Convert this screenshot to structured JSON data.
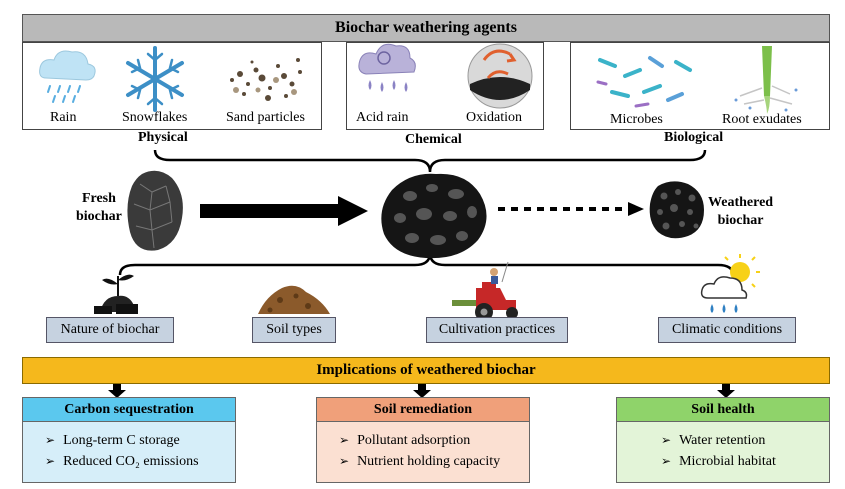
{
  "agents_title": "Biochar weathering agents",
  "agents": {
    "rain": "Rain",
    "snowflakes": "Snowflakes",
    "sand": "Sand particles",
    "acid_rain": "Acid rain",
    "oxidation": "Oxidation",
    "microbes": "Microbes",
    "root_exudates": "Root exudates"
  },
  "categories": {
    "physical": "Physical",
    "chemical": "Chemical",
    "biological": "Biological"
  },
  "fresh": {
    "line1": "Fresh",
    "line2": "biochar"
  },
  "weathered": {
    "line1": "Weathered",
    "line2": "biochar"
  },
  "factors": {
    "nature": "Nature of biochar",
    "soil": "Soil types",
    "cultivation": "Cultivation practices",
    "climatic": "Climatic conditions"
  },
  "implications_title": "Implications of weathered biochar",
  "panels": {
    "carbon": {
      "title": "Carbon sequestration",
      "items": [
        "Long-term C storage",
        "Reduced CO₂ emissions"
      ]
    },
    "remediation": {
      "title": "Soil remediation",
      "items": [
        "Pollutant adsorption",
        "Nutrient holding capacity"
      ]
    },
    "health": {
      "title": "Soil health",
      "items": [
        "Water retention",
        "Microbial habitat"
      ]
    }
  },
  "colors": {
    "carbon_head": "#5bc8ee",
    "carbon_body": "#d6eef9",
    "remediation_head": "#f0a07a",
    "remediation_body": "#fbe0d2",
    "health_head": "#8fd36a",
    "health_body": "#e3f4d8",
    "implication_bar": "#f5b81c",
    "factor_box": "#c6d2e0"
  }
}
